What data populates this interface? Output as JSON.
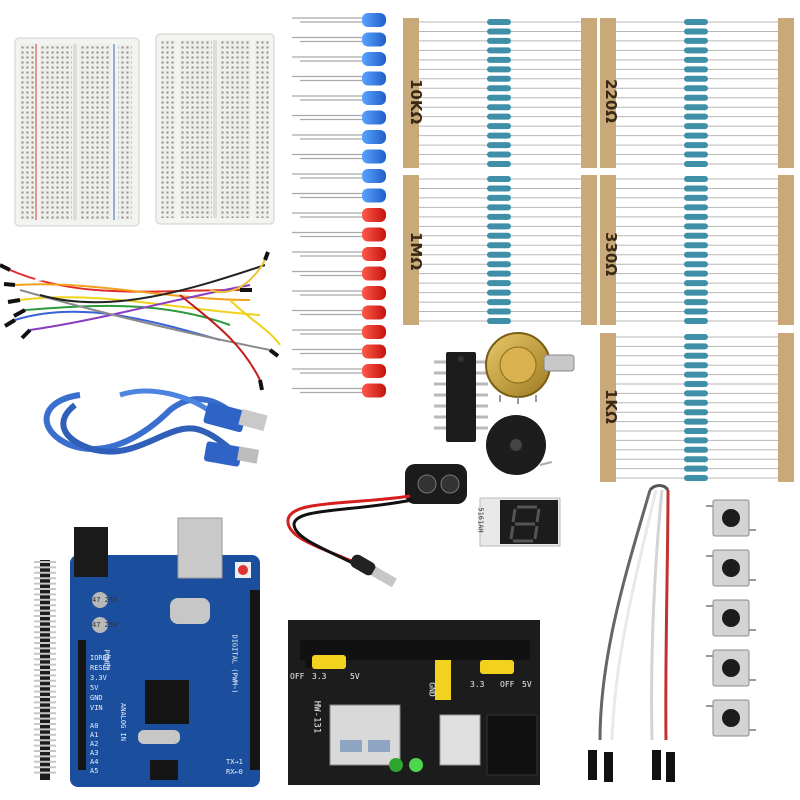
{
  "resistor_strips": [
    {
      "label": "10KΩ"
    },
    {
      "label": "220Ω"
    },
    {
      "label": "1MΩ"
    },
    {
      "label": "330Ω"
    },
    {
      "label": "1KΩ"
    }
  ],
  "seven_segment": {
    "part_number": "5161AH"
  },
  "power_module": {
    "model": "HW-131",
    "labels": [
      "5V",
      "OFF",
      "3.3",
      "GND",
      "3.3",
      "OFF",
      "5V"
    ]
  },
  "arduino": {
    "labels": [
      "POWER",
      "ANALOG IN",
      "DIGITAL (PWM~)",
      "RESET",
      "IOREF",
      "3.3V",
      "5V",
      "GND",
      "VIN",
      "A0",
      "A1",
      "A2",
      "A3",
      "A4",
      "A5",
      "TX→1",
      "RX←0",
      "47 25V",
      "47 25V"
    ]
  },
  "colors": {
    "breadboard": "#f1f1ef",
    "blue_led": "#2f7fe8",
    "red_led": "#e8231c",
    "resistor_tape": "#c9a87a",
    "resistor_body": "#3f8fa8",
    "arduino_pcb": "#1b4f9e",
    "power_pcb": "#1c1c1c",
    "usb_cable": "#3a6fd0"
  }
}
